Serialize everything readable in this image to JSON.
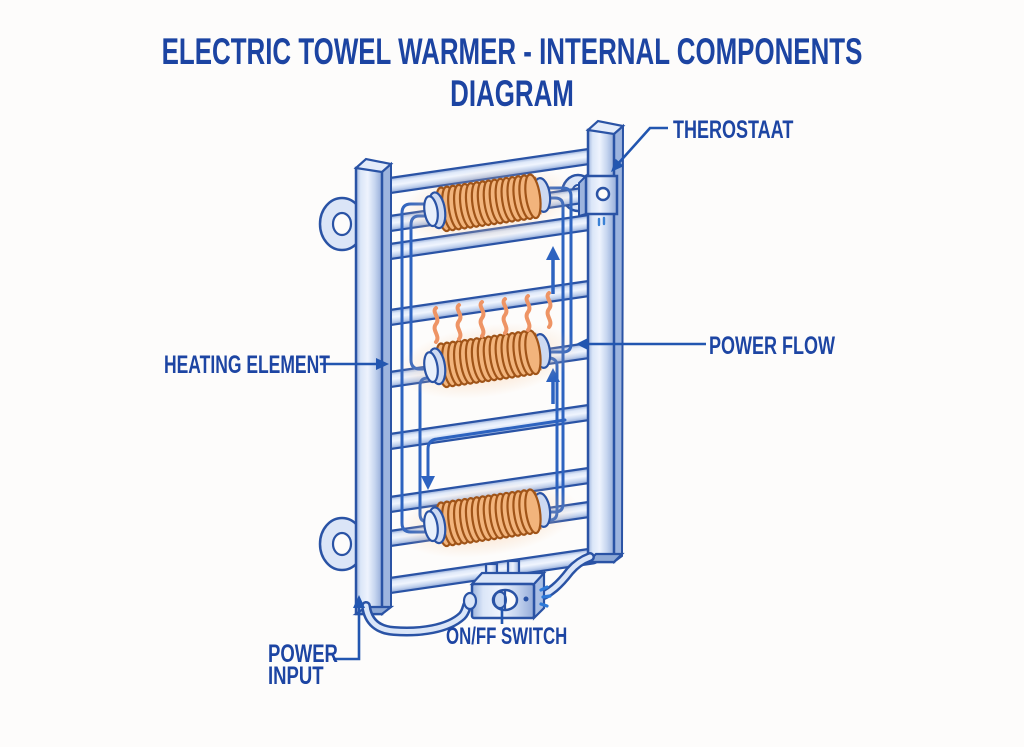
{
  "diagram": {
    "title": "ELECTRIC TOWEL WARMER - INTERNAL COMPONENTS DIAGRAM",
    "labels": {
      "thermostat": "THEROSTAAT",
      "heating_element": "HEATING ELEMENT",
      "power_flow": "POWER FLOW",
      "power_input_line1": "POWER",
      "power_input_line2": "INPUT",
      "on_off_switch": "ON/FF SWITCH"
    },
    "colors": {
      "background": "#fdfcfb",
      "label_blue": "#1d45a3",
      "outline_blue": "#2a53a5",
      "wire_blue": "#2d63c0",
      "steel_light": "#ccdaf2",
      "coil_orange": "#f0b078",
      "heat_orange": "#ee9465"
    }
  }
}
